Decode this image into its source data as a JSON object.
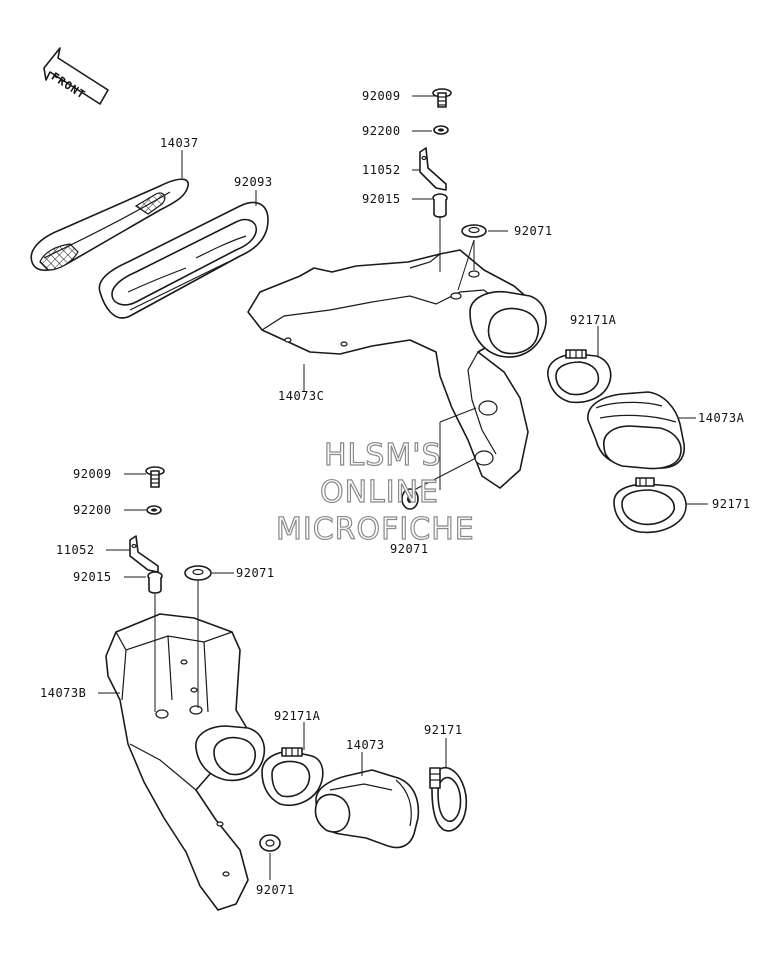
{
  "front_indicator": {
    "label": "FRONT"
  },
  "watermark": {
    "line1": "HLSM'S",
    "line2": "ONLINE",
    "line3": "MICROFICHE"
  },
  "part_labels": [
    {
      "id": "p1",
      "text": "14037"
    },
    {
      "id": "p2",
      "text": "92093"
    },
    {
      "id": "p3",
      "text": "92009"
    },
    {
      "id": "p4",
      "text": "92200"
    },
    {
      "id": "p5",
      "text": "11052"
    },
    {
      "id": "p6",
      "text": "92015"
    },
    {
      "id": "p7",
      "text": "92071"
    },
    {
      "id": "p8",
      "text": "92171A"
    },
    {
      "id": "p9",
      "text": "14073C"
    },
    {
      "id": "p10",
      "text": "14073A"
    },
    {
      "id": "p11",
      "text": "92171"
    },
    {
      "id": "p12",
      "text": "92071"
    },
    {
      "id": "p13",
      "text": "92009"
    },
    {
      "id": "p14",
      "text": "92200"
    },
    {
      "id": "p15",
      "text": "11052"
    },
    {
      "id": "p16",
      "text": "92015"
    },
    {
      "id": "p17",
      "text": "92071"
    },
    {
      "id": "p18",
      "text": "14073B"
    },
    {
      "id": "p19",
      "text": "92171A"
    },
    {
      "id": "p20",
      "text": "14073"
    },
    {
      "id": "p21",
      "text": "92171"
    },
    {
      "id": "p22",
      "text": "92071"
    }
  ]
}
